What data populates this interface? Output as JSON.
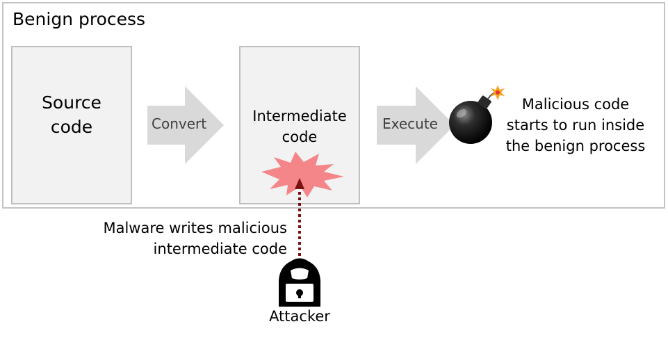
{
  "frame": {
    "title": "Benign process"
  },
  "boxes": {
    "source": "Source\ncode",
    "intermediate": "Intermediate\ncode"
  },
  "arrows": {
    "convert": "Convert",
    "execute": "Execute"
  },
  "malicious_note": "Malicious code\nstarts to run inside\nthe benign process",
  "malware_note": "Malware writes malicious\nintermediate code",
  "attacker": "Attacker",
  "colors": {
    "box_fill": "#f2f2f2",
    "box_border": "#bfbfbf",
    "arrow_fill": "#d9d9d9",
    "burst_fill": "#f4868a",
    "dotted_line": "#7b1111",
    "bomb": "#1a1a1a"
  },
  "icons": {
    "bomb": "bomb-icon",
    "burst": "burst-icon",
    "attacker": "hacker-icon"
  }
}
